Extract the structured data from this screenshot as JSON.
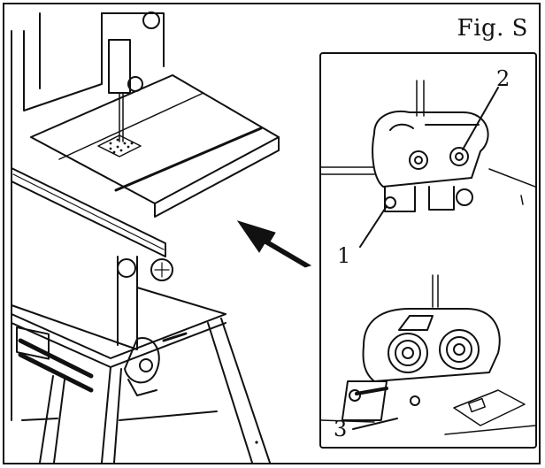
{
  "figure": {
    "title": "Fig. S",
    "callouts": [
      {
        "id": "1",
        "label": "1"
      },
      {
        "id": "2",
        "label": "2"
      },
      {
        "id": "3",
        "label": "3"
      }
    ]
  },
  "colors": {
    "line": "#111111",
    "background": "#ffffff",
    "arrow": "#111111"
  }
}
